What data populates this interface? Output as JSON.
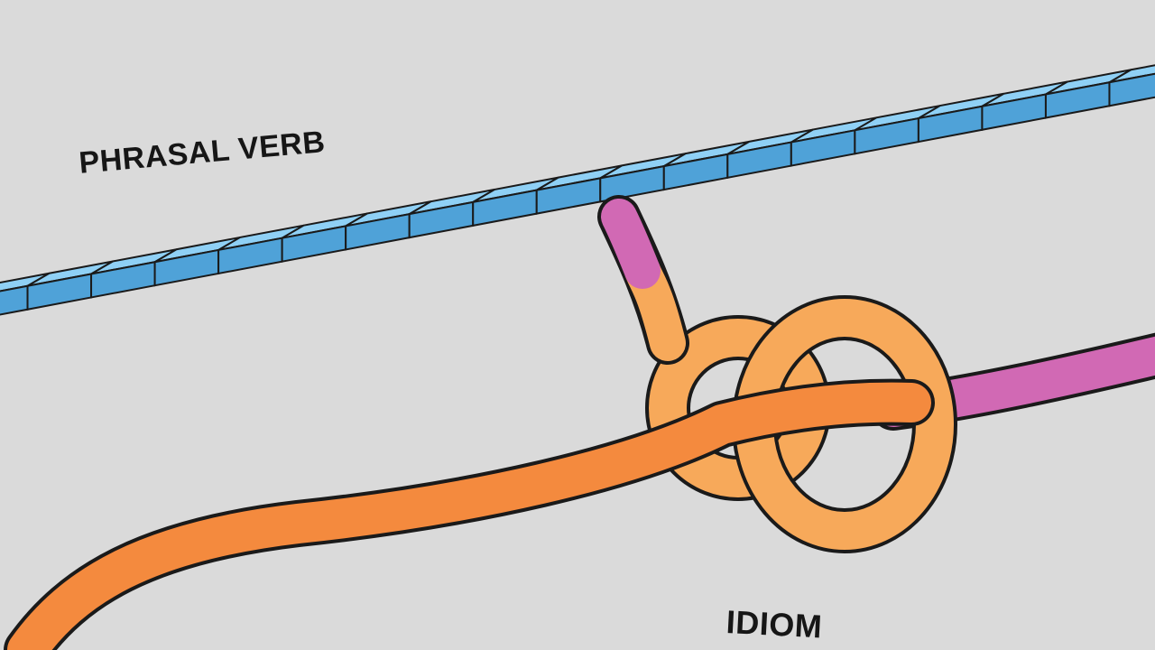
{
  "labels": {
    "phrasal_verb": "PHRASAL VERB",
    "idiom": "IDIOM"
  },
  "colors": {
    "background": "#dadada",
    "bar_top": "#8fd0f5",
    "bar_side": "#4fa2d8",
    "rope_orange": "#f7a95a",
    "rope_dark_orange": "#f48a3e",
    "rope_magenta": "#d169b4",
    "outline": "#1a1a1a"
  },
  "icons": {
    "bar": "segmented-bar",
    "rope": "knotted-rope"
  }
}
